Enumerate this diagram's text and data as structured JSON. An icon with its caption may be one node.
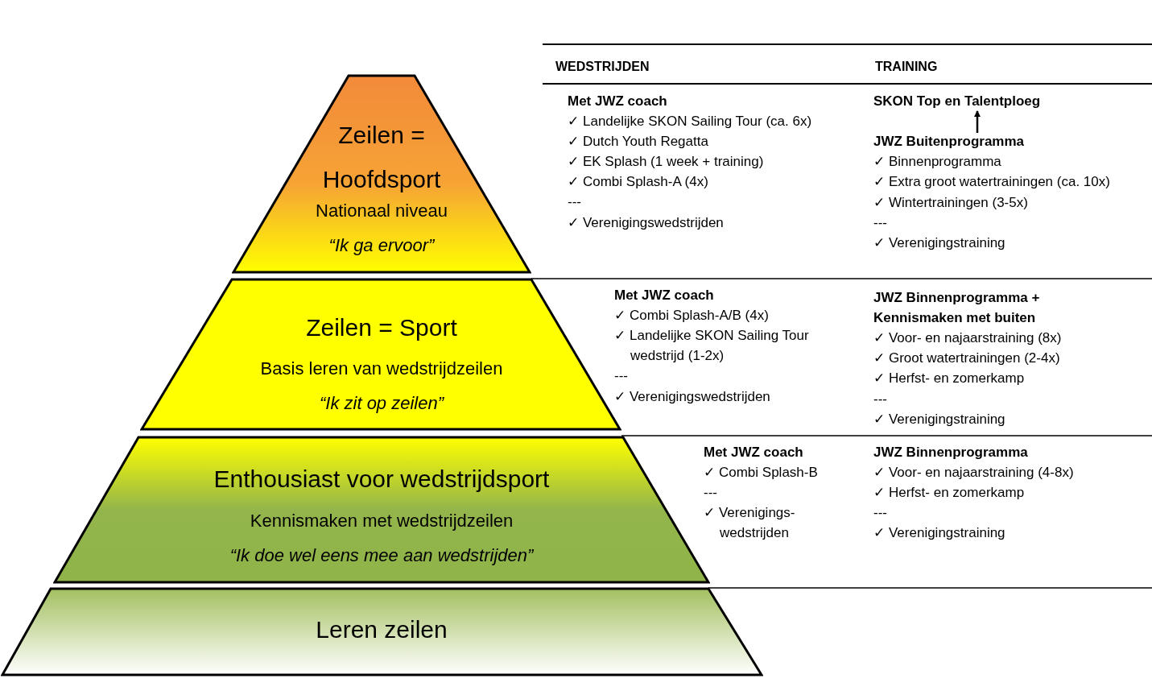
{
  "diagram": {
    "nodes": [
      {
        "text": [
          "Zeilen = Hoofdsport",
          "Nationaal niveau",
          "“Ik ga ervoor”"
        ]
      },
      {
        "text": [
          "Zeilen = Sport",
          "Basis leren van wedstrijdzeilen",
          "“Ik zit op zeilen”"
        ]
      },
      {
        "text": [
          "Enthousiast voor wedstrijdsport",
          "Kennismaken met wedstrijdzeilen",
          "“Ik doe wel eens mee aan wedstrijden”"
        ]
      },
      {
        "text": [
          "Leren zeilen"
        ]
      },
      {
        "text": [
          "SKON Top en Talentploeg"
        ]
      },
      {
        "text": [
          "JWZ Buitenprogramma"
        ]
      }
    ],
    "edges": [
      {
        "from": 5,
        "to": 4,
        "arrow": "to"
      }
    ],
    "labels": [
      "WEDSTRIJDEN",
      "TRAINING",
      "Met JWZ coach",
      "✓ Landelijke SKON Sailing Tour (ca. 6x)",
      "✓ Dutch Youth Regatta",
      "✓ EK Splash (1 week + training)",
      "✓ Combi Splash-A (4x)",
      "---",
      "✓ Verenigingswedstrijden",
      "✓ Binnenprogramma",
      "✓ Extra groot watertrainingen (ca. 10x)",
      "✓ Wintertrainingen (3-5x)",
      "---",
      "✓ Verenigingstraining",
      "Met JWZ coach",
      "✓ Combi Splash-A/B (4x)",
      "✓ Landelijke SKON Sailing Tour wedstrijd (1-2x)",
      "---",
      "✓ Verenigingswedstrijden",
      "JWZ Binnenprogramma + Kennismaken met buiten",
      "✓ Voor- en najaarstraining (8x)",
      "✓ Groot watertrainingen (2-4x)",
      "✓ Herfst- en zomerkamp",
      "---",
      "✓ Verenigingstraining",
      "Met JWZ coach",
      "✓ Combi Splash-B",
      "---",
      "✓ Verenigings- wedstrijden",
      "JWZ Binnenprogramma",
      "✓ Voor- en najaarstraining (4-8x)",
      "✓ Herfst- en zomerkamp",
      "---",
      "✓ Verenigingstraining"
    ]
  }
}
